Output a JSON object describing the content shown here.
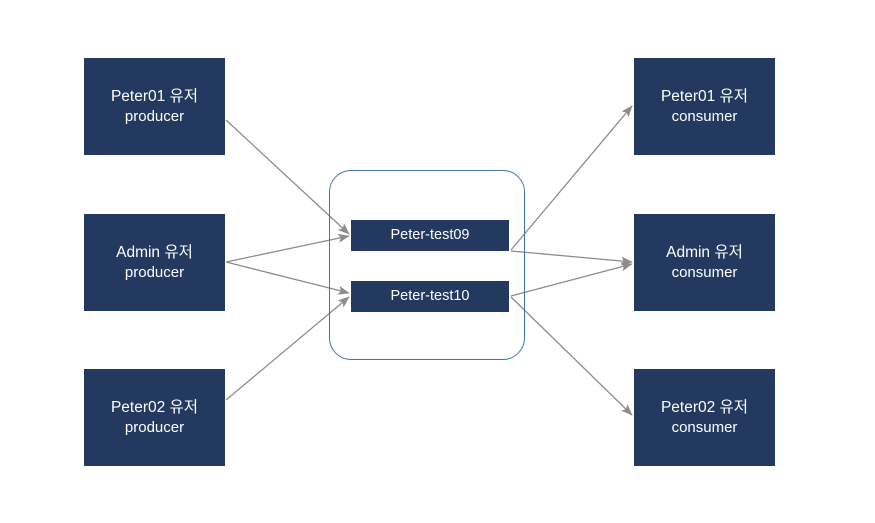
{
  "diagram": {
    "type": "kafka-producer-topic-consumer-flow",
    "background_color": "#FFFFFF",
    "node_fill_color": "#23395F",
    "node_text_color": "#FFFFFF",
    "cluster_border_color": "#4176A8",
    "arrow_color": "#8C8C8C"
  },
  "producers": [
    {
      "id": "peter01-producer",
      "line1": "Peter01 유저",
      "line2": "producer"
    },
    {
      "id": "admin-producer",
      "line1": "Admin 유저",
      "line2": "producer"
    },
    {
      "id": "peter02-producer",
      "line1": "Peter02 유저",
      "line2": "producer"
    }
  ],
  "topics": [
    {
      "id": "topic-test09",
      "label": "Peter-test09"
    },
    {
      "id": "topic-test10",
      "label": "Peter-test10"
    }
  ],
  "consumers": [
    {
      "id": "peter01-consumer",
      "line1": "Peter01 유저",
      "line2": "consumer"
    },
    {
      "id": "admin-consumer",
      "line1": "Admin 유저",
      "line2": "consumer"
    },
    {
      "id": "peter02-consumer",
      "line1": "Peter02 유저",
      "line2": "consumer"
    }
  ],
  "connections": [
    {
      "from": "peter01-producer",
      "to": "topic-test09"
    },
    {
      "from": "admin-producer",
      "to": "topic-test09"
    },
    {
      "from": "admin-producer",
      "to": "topic-test10"
    },
    {
      "from": "peter02-producer",
      "to": "topic-test10"
    },
    {
      "from": "topic-test09",
      "to": "peter01-consumer"
    },
    {
      "from": "topic-test09",
      "to": "admin-consumer"
    },
    {
      "from": "topic-test10",
      "to": "admin-consumer"
    },
    {
      "from": "topic-test10",
      "to": "peter02-consumer"
    }
  ]
}
